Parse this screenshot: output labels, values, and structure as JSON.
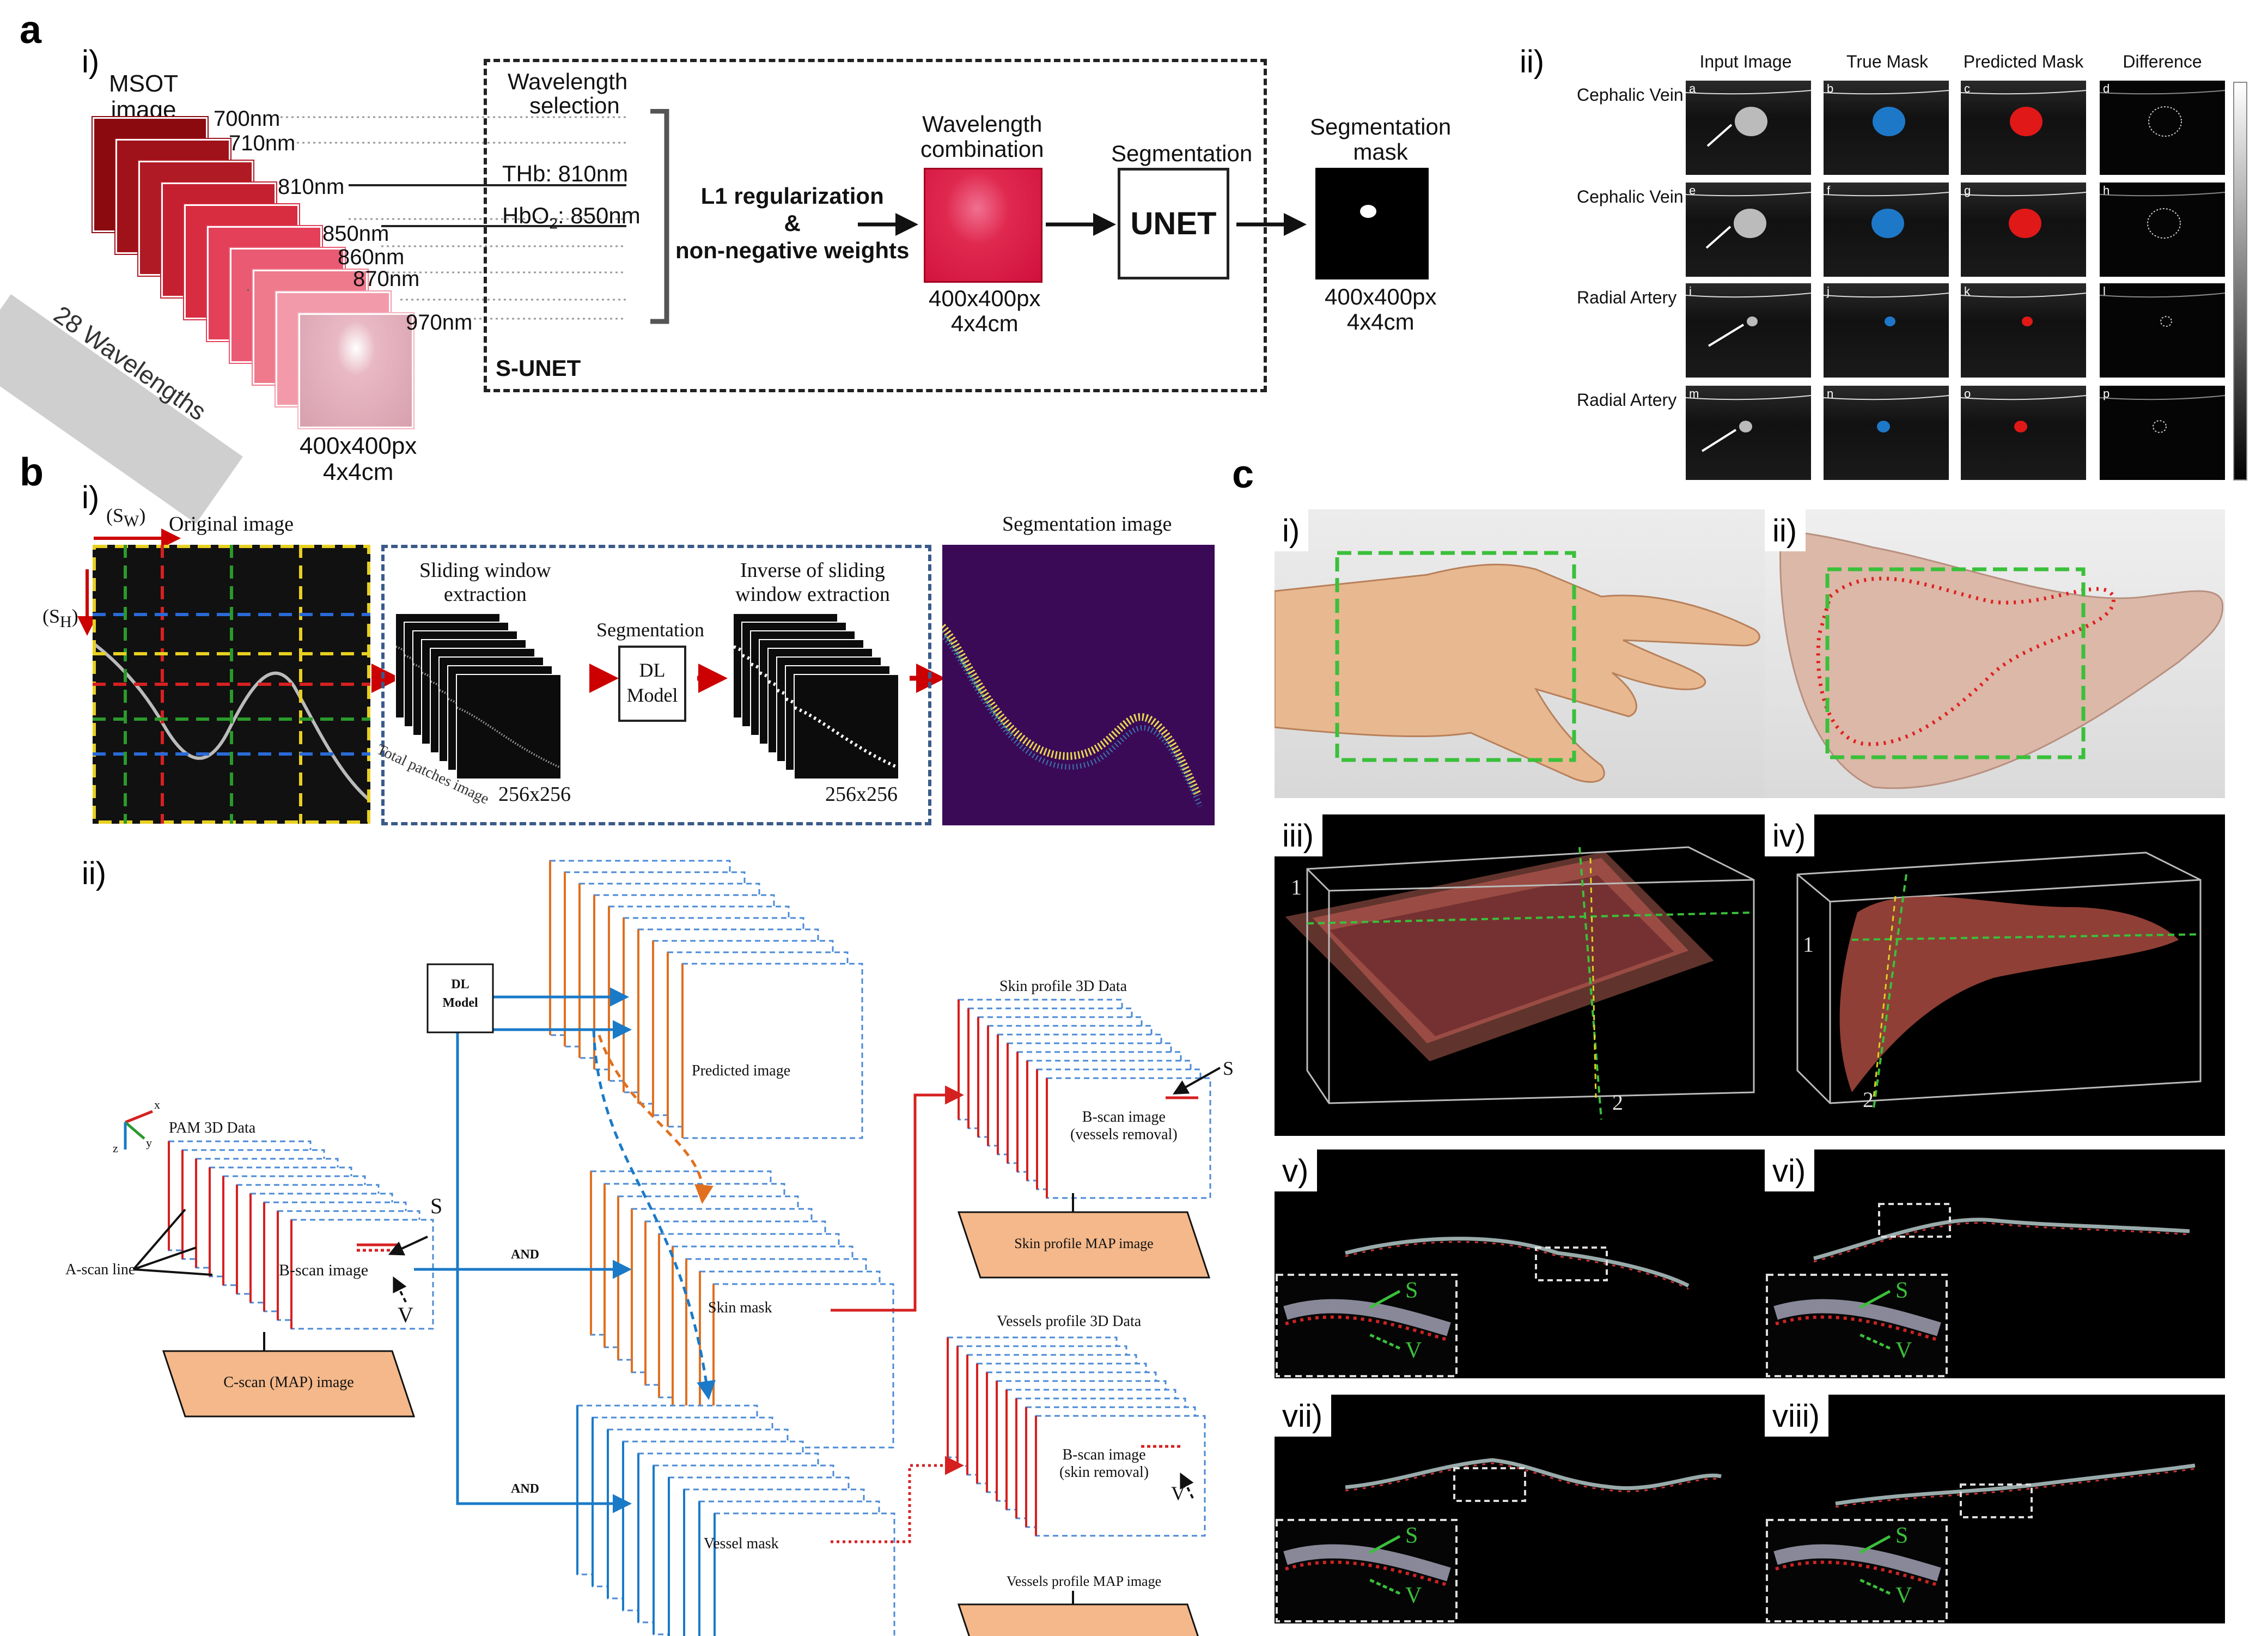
{
  "panels": {
    "a": "a",
    "b": "b",
    "c": "c"
  },
  "a_i": {
    "label": "i)",
    "msot_image": [
      "MSOT",
      "image"
    ],
    "wavelengths": [
      "700nm",
      "710nm",
      "810nm",
      "850nm",
      "860nm",
      "870nm",
      "970nm"
    ],
    "stack_label": "28 Wavelengths",
    "stack_size": [
      "400x400px",
      "4x4cm"
    ],
    "wavelength_selection": [
      "Wavelength",
      "selection"
    ],
    "thb": "THb: 810nm",
    "hbo2": "HbO",
    "hbo2_sub": "2",
    "hbo2_rest": ": 850nm",
    "l1": [
      "L1 regularization",
      "&",
      "non-negative weights"
    ],
    "combination": [
      "Wavelength",
      "combination"
    ],
    "combination_size": [
      "400x400px",
      "4x4cm"
    ],
    "segmentation_title": "Segmentation",
    "unet": "UNET",
    "mask_title": [
      "Segmentation",
      "mask"
    ],
    "mask_size": [
      "400x400px",
      "4x4cm"
    ],
    "s_unet": "S-UNET"
  },
  "a_ii": {
    "label": "ii)",
    "columns": [
      "Input Image",
      "True Mask",
      "Predicted Mask",
      "Difference"
    ],
    "rows": [
      {
        "name": "Cephalic Vein",
        "letters": [
          "a",
          "b",
          "c",
          "d"
        ]
      },
      {
        "name": "Cephalic Vein",
        "letters": [
          "e",
          "f",
          "g",
          "h"
        ]
      },
      {
        "name": "Radial Artery",
        "letters": [
          "i",
          "j",
          "k",
          "l"
        ]
      },
      {
        "name": "Radial Artery",
        "letters": [
          "m",
          "n",
          "o",
          "p"
        ]
      }
    ]
  },
  "b_i": {
    "label": "i)",
    "sw": "(S",
    "sw_sub": "W",
    "sh": "(S",
    "sh_sub": "H",
    "original": "Original image",
    "sliding": [
      "Sliding window",
      "extraction"
    ],
    "total_patches": "Total patches image",
    "size1": "256x256",
    "segmentation": "Segmentation",
    "dl_model": [
      "DL",
      "Model"
    ],
    "inverse": [
      "Inverse of sliding",
      "window extraction"
    ],
    "size2": "256x256",
    "segmentation_image": "Segmentation image"
  },
  "b_ii": {
    "label": "ii)",
    "dl_model": [
      "DL",
      "Model"
    ],
    "predicted": "Predicted image",
    "pam": "PAM 3D Data",
    "axes": {
      "x": "x",
      "y": "y",
      "z": "z"
    },
    "a_scan": "A-scan line",
    "b_scan": "B-scan image",
    "s": "S",
    "v": "V",
    "c_scan": "C-scan (MAP) image",
    "and1": "AND",
    "and2": "AND",
    "skin_mask": "Skin mask",
    "vessel_mask": "Vessel mask",
    "skin_profile": "Skin profile 3D Data",
    "b_scan_vr": [
      "B-scan image",
      "(vessels removal)"
    ],
    "skin_map": "Skin profile MAP image",
    "vessels_profile": "Vessels profile 3D Data",
    "b_scan_sr": [
      "B-scan image",
      "(skin removal)"
    ],
    "vessels_map": "Vessels profile MAP image"
  },
  "c": {
    "labels": [
      "i)",
      "ii)",
      "iii)",
      "iv)",
      "v)",
      "vi)",
      "vii)",
      "viii)"
    ],
    "mark_1": "1",
    "mark_2": "2",
    "s": "S",
    "v": "V"
  }
}
